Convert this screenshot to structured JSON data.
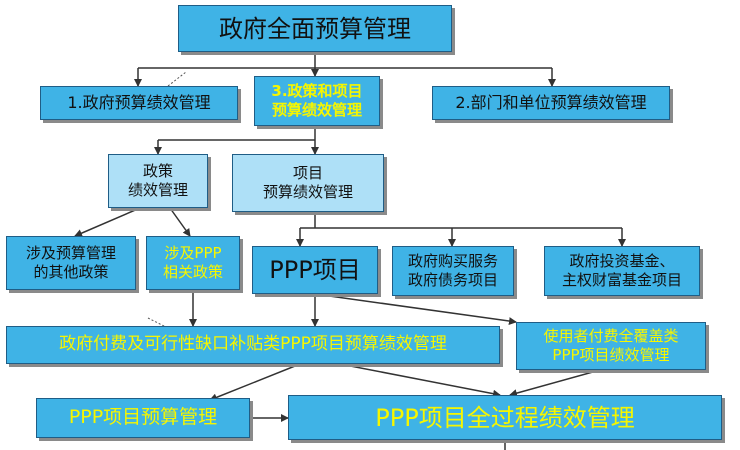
{
  "nodes": {
    "root": "政府全面预算管理",
    "gov_perf": "1.政府预算绩效管理",
    "policy_project": "3.政策和项目\n预算绩效管理",
    "dept_perf": "2.部门和单位预算绩效管理",
    "policy_perf": "政策\n绩效管理",
    "project_perf": "项目\n预算绩效管理",
    "other_policy": "涉及预算管理\n的其他政策",
    "ppp_policy": "涉及PPP\n相关政策",
    "ppp_project": "PPP项目",
    "purchase_debt": "政府购买服务\n政府债务项目",
    "fund_project": "政府投资基金、\n主权财富基金项目",
    "gov_pay_ppp": "政府付费及可行性缺口补贴类PPP项目预算绩效管理",
    "user_pay_ppp": "使用者付费全覆盖类\nPPP项目绩效管理",
    "ppp_budget": "PPP项目预算管理",
    "ppp_full_process": "PPP项目全过程绩效管理"
  },
  "colors": {
    "box_fill": "#3fb3e6",
    "box_light": "#aee0f7",
    "box_border": "#1f5d86",
    "shadow": "#8a8a8a",
    "line": "#333333",
    "highlight_text": "#f6f600"
  }
}
